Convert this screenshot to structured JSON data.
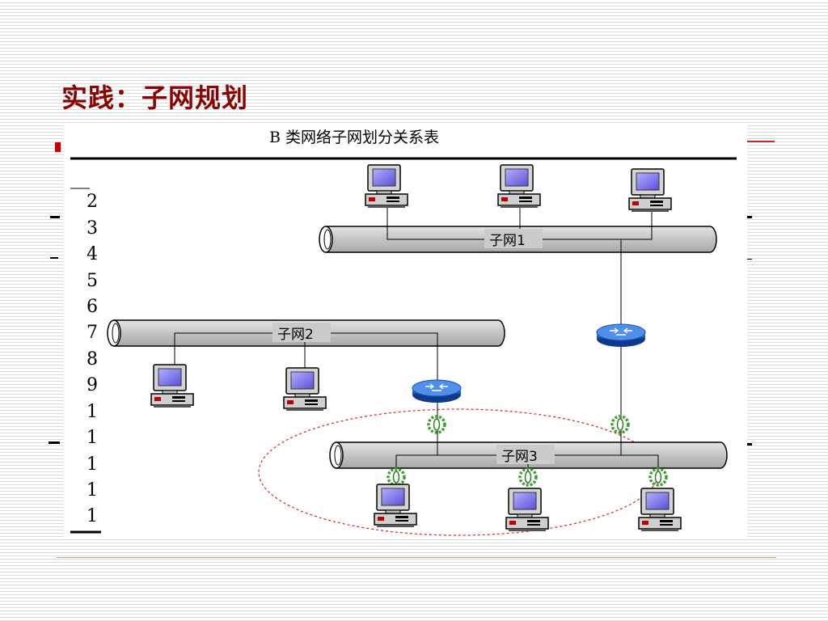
{
  "slide": {
    "title": "实践：子网规划"
  },
  "figure": {
    "table_title": "B 类网络子网划分关系表",
    "row_numbers": [
      "2",
      "3",
      "4",
      "5",
      "6",
      "7",
      "8",
      "9",
      "1",
      "1",
      "1",
      "1",
      "1"
    ],
    "subnets": [
      {
        "label": "子网1"
      },
      {
        "label": "子网2"
      },
      {
        "label": "子网3"
      }
    ],
    "icons": {
      "computer": "desktop-computer-icon",
      "router": "router-icon",
      "connector": "network-interface-icon"
    },
    "colors": {
      "title": "#8b0000",
      "pipe_fill": "#c9c9c9",
      "router": "#1e5fc8",
      "connector": "#3aa02a",
      "dashed_ring": "#dd2222"
    }
  }
}
